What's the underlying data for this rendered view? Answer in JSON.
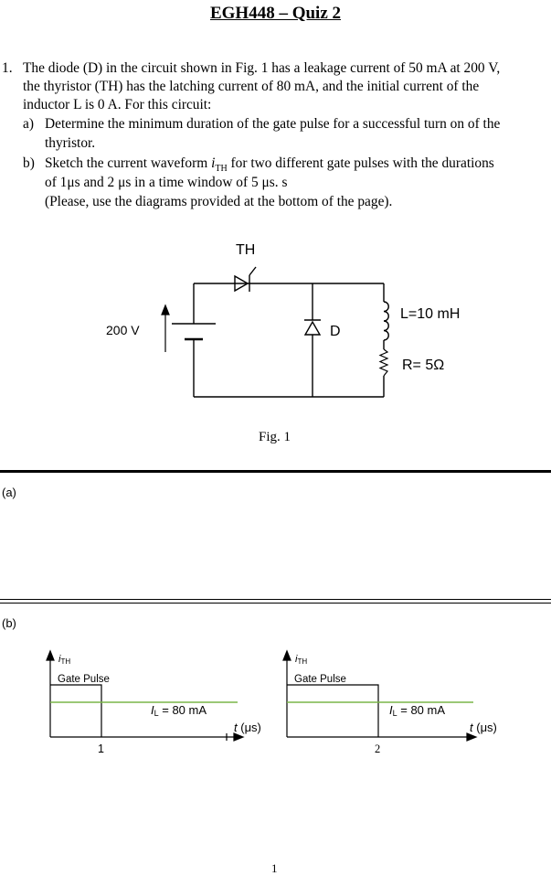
{
  "header": {
    "title": "EGH448 – Quiz 2"
  },
  "question": {
    "number": "1.",
    "lines": [
      "The diode (D) in the circuit shown in Fig. 1 has a leakage current of 50 mA at 200 V,",
      "the thyristor (TH) has the latching current of 80 mA, and the initial current of the",
      "inductor L is 0 A. For this circuit:"
    ],
    "part_a": {
      "label": "a)",
      "lines": [
        "Determine the minimum duration of the gate pulse for a successful turn on of the",
        "thyristor."
      ]
    },
    "part_b": {
      "label": "b)",
      "line1_pre": "Sketch the current waveform ",
      "line1_sym": "i",
      "line1_sub": "TH",
      "line1_post": " for two different gate pulses with the durations",
      "line2": "of 1μs and 2 μs in a time window of 5 μs. s",
      "line3": "(Please, use the diagrams provided at the bottom of the page)."
    }
  },
  "circuit": {
    "thyristor_label": "TH",
    "source_label": "200 V",
    "diode_label": "D",
    "inductor_label": "L=10 mH",
    "resistor_label": "R= 5Ω",
    "caption": "Fig. 1"
  },
  "section_a": {
    "label": "(a)"
  },
  "section_b": {
    "label": "(b)",
    "plots": [
      {
        "y_axis_label": "i",
        "y_axis_sub": "TH",
        "gate_label": "Gate Pulse",
        "latch_label": "I",
        "latch_sub": "L",
        "latch_value": " = 80 mA",
        "x_axis_label": "t (μs)",
        "pulse_end_tick": "1"
      },
      {
        "y_axis_label": "i",
        "y_axis_sub": "TH",
        "gate_label": "Gate Pulse",
        "latch_label": "I",
        "latch_sub": "L",
        "latch_value": " = 80 mA",
        "x_axis_label": "t (μs)",
        "pulse_end_tick": "2"
      }
    ]
  },
  "footer": {
    "page_number": "1"
  },
  "colors": {
    "latch_line": "#7ab648",
    "ink": "#000000"
  }
}
